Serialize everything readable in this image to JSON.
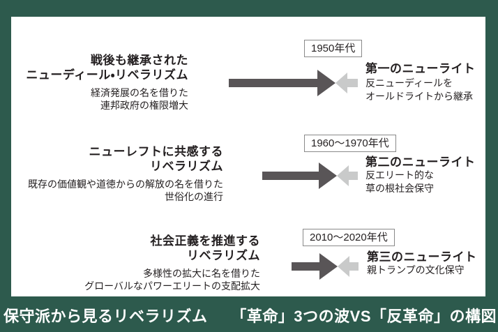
{
  "colors": {
    "frame_green": "#2d5a4d",
    "card_white": "#ffffff",
    "text_dark": "#231f20",
    "arrow_dark": "#595557",
    "arrow_light": "#c9caca",
    "era_border": "#898989",
    "footer_text": "#ffffff"
  },
  "rows": [
    {
      "era": "1950年代",
      "left": {
        "title_line1": "戦後も継承された",
        "title_line2": "ニューディール・リベラリズム",
        "desc_line1": "経済発展の名を借りた",
        "desc_line2": "連邦政府の権限増大"
      },
      "right": {
        "title": "第一のニューライト",
        "desc_line1": "反ニューディールを",
        "desc_line2": "オールドライトから継承"
      }
    },
    {
      "era": "1960〜1970年代",
      "left": {
        "title_line1": "ニューレフトに共感する",
        "title_line2": "リベラリズム",
        "desc_line1": "既存の価値観や道徳からの解放の名を借りた",
        "desc_line2": "世俗化の進行"
      },
      "right": {
        "title": "第二のニューライト",
        "desc_line1": "反エリート的な",
        "desc_line2": "草の根社会保守"
      }
    },
    {
      "era": "2010〜2020年代",
      "left": {
        "title_line1": "社会正義を推進する",
        "title_line2": "リベラリズム",
        "desc_line1": "多様性の拡大に名を借りた",
        "desc_line2": "グローバルなパワーエリートの支配拡大"
      },
      "right": {
        "title": "第三のニューライト",
        "desc_line1": "親トランプの文化保守"
      }
    }
  ],
  "footer": {
    "left_text": "保守派から見るリベラリズム",
    "right_text": "「革命」3つの波VS「反革命」の構図"
  }
}
